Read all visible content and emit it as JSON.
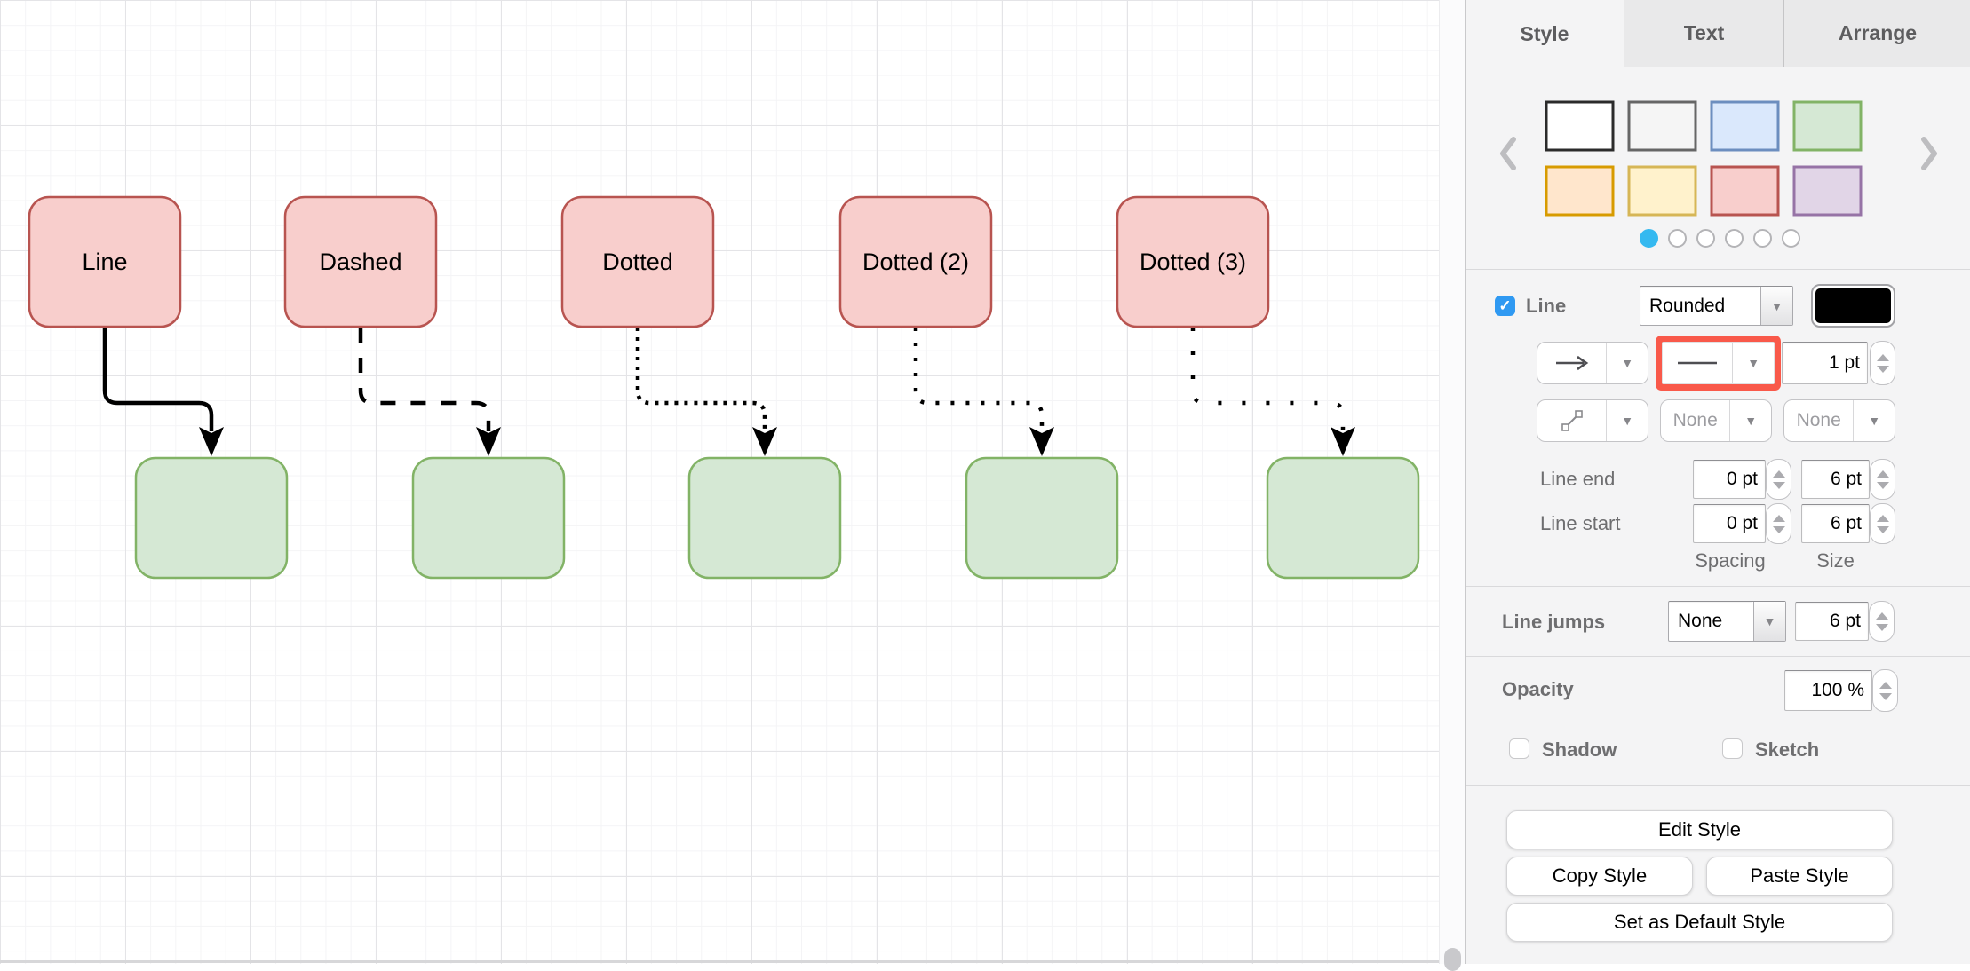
{
  "canvas": {
    "source_node_style": {
      "fill": "#F8CECC",
      "stroke": "#B85450"
    },
    "target_node_style": {
      "fill": "#D5E8D4",
      "stroke": "#82B366"
    },
    "edge_color": "#000000",
    "flows": [
      {
        "label": "Line",
        "line_style": "solid",
        "dasharray": "none"
      },
      {
        "label": "Dashed",
        "line_style": "dashed",
        "dasharray": "17 17"
      },
      {
        "label": "Dotted",
        "line_style": "dotted-1",
        "dasharray": "4 7"
      },
      {
        "label": "Dotted (2)",
        "line_style": "dotted-2",
        "dasharray": "4 13"
      },
      {
        "label": "Dotted (3)",
        "line_style": "dotted-3",
        "dasharray": "4 23"
      }
    ]
  },
  "panel": {
    "tabs": [
      {
        "label": "Style"
      },
      {
        "label": "Text"
      },
      {
        "label": "Arrange"
      }
    ],
    "active_tab": "Style",
    "presets": {
      "swatches": [
        {
          "name": "white",
          "fill": "#FFFFFF",
          "stroke": "#2B2B2B"
        },
        {
          "name": "gray",
          "fill": "#F5F5F5",
          "stroke": "#666666"
        },
        {
          "name": "blue",
          "fill": "#DAE8FC",
          "stroke": "#6C8EBF"
        },
        {
          "name": "green",
          "fill": "#D5E8D4",
          "stroke": "#82B366"
        },
        {
          "name": "orange",
          "fill": "#FFE6CC",
          "stroke": "#D79B00"
        },
        {
          "name": "yellow",
          "fill": "#FFF2CC",
          "stroke": "#D6B656"
        },
        {
          "name": "red",
          "fill": "#F8CECC",
          "stroke": "#B85450"
        },
        {
          "name": "purple",
          "fill": "#E1D5E7",
          "stroke": "#9673A6"
        }
      ],
      "page_dots": {
        "count": 6,
        "active_index": 0,
        "active_color": "#35B9F0"
      }
    },
    "line_section": {
      "label": "Line",
      "checked": true,
      "corner_style": "Rounded",
      "stroke_color": "#000000",
      "stroke_width": "1 pt",
      "start_fill": "None",
      "end_fill": "None",
      "line_end_label": "Line end",
      "line_end_spacing": "0 pt",
      "line_end_size": "6 pt",
      "line_start_label": "Line start",
      "line_start_spacing": "0 pt",
      "line_start_size": "6 pt",
      "spacing_label": "Spacing",
      "size_label": "Size"
    },
    "line_jumps": {
      "label": "Line jumps",
      "value": "None",
      "size": "6 pt"
    },
    "opacity": {
      "label": "Opacity",
      "value": "100 %"
    },
    "effects": {
      "shadow_label": "Shadow",
      "shadow_checked": false,
      "sketch_label": "Sketch",
      "sketch_checked": false
    },
    "actions": {
      "edit": "Edit Style",
      "copy": "Copy Style",
      "paste": "Paste Style",
      "set_default": "Set as Default Style"
    },
    "icons": {
      "prev": "chevron-left",
      "next": "chevron-right",
      "end_arrow": "arrow-right",
      "waypoints": "diagonal-line",
      "dropdown": "caret-down",
      "stepper": "up-down-triangles",
      "check": "checkmark"
    }
  }
}
